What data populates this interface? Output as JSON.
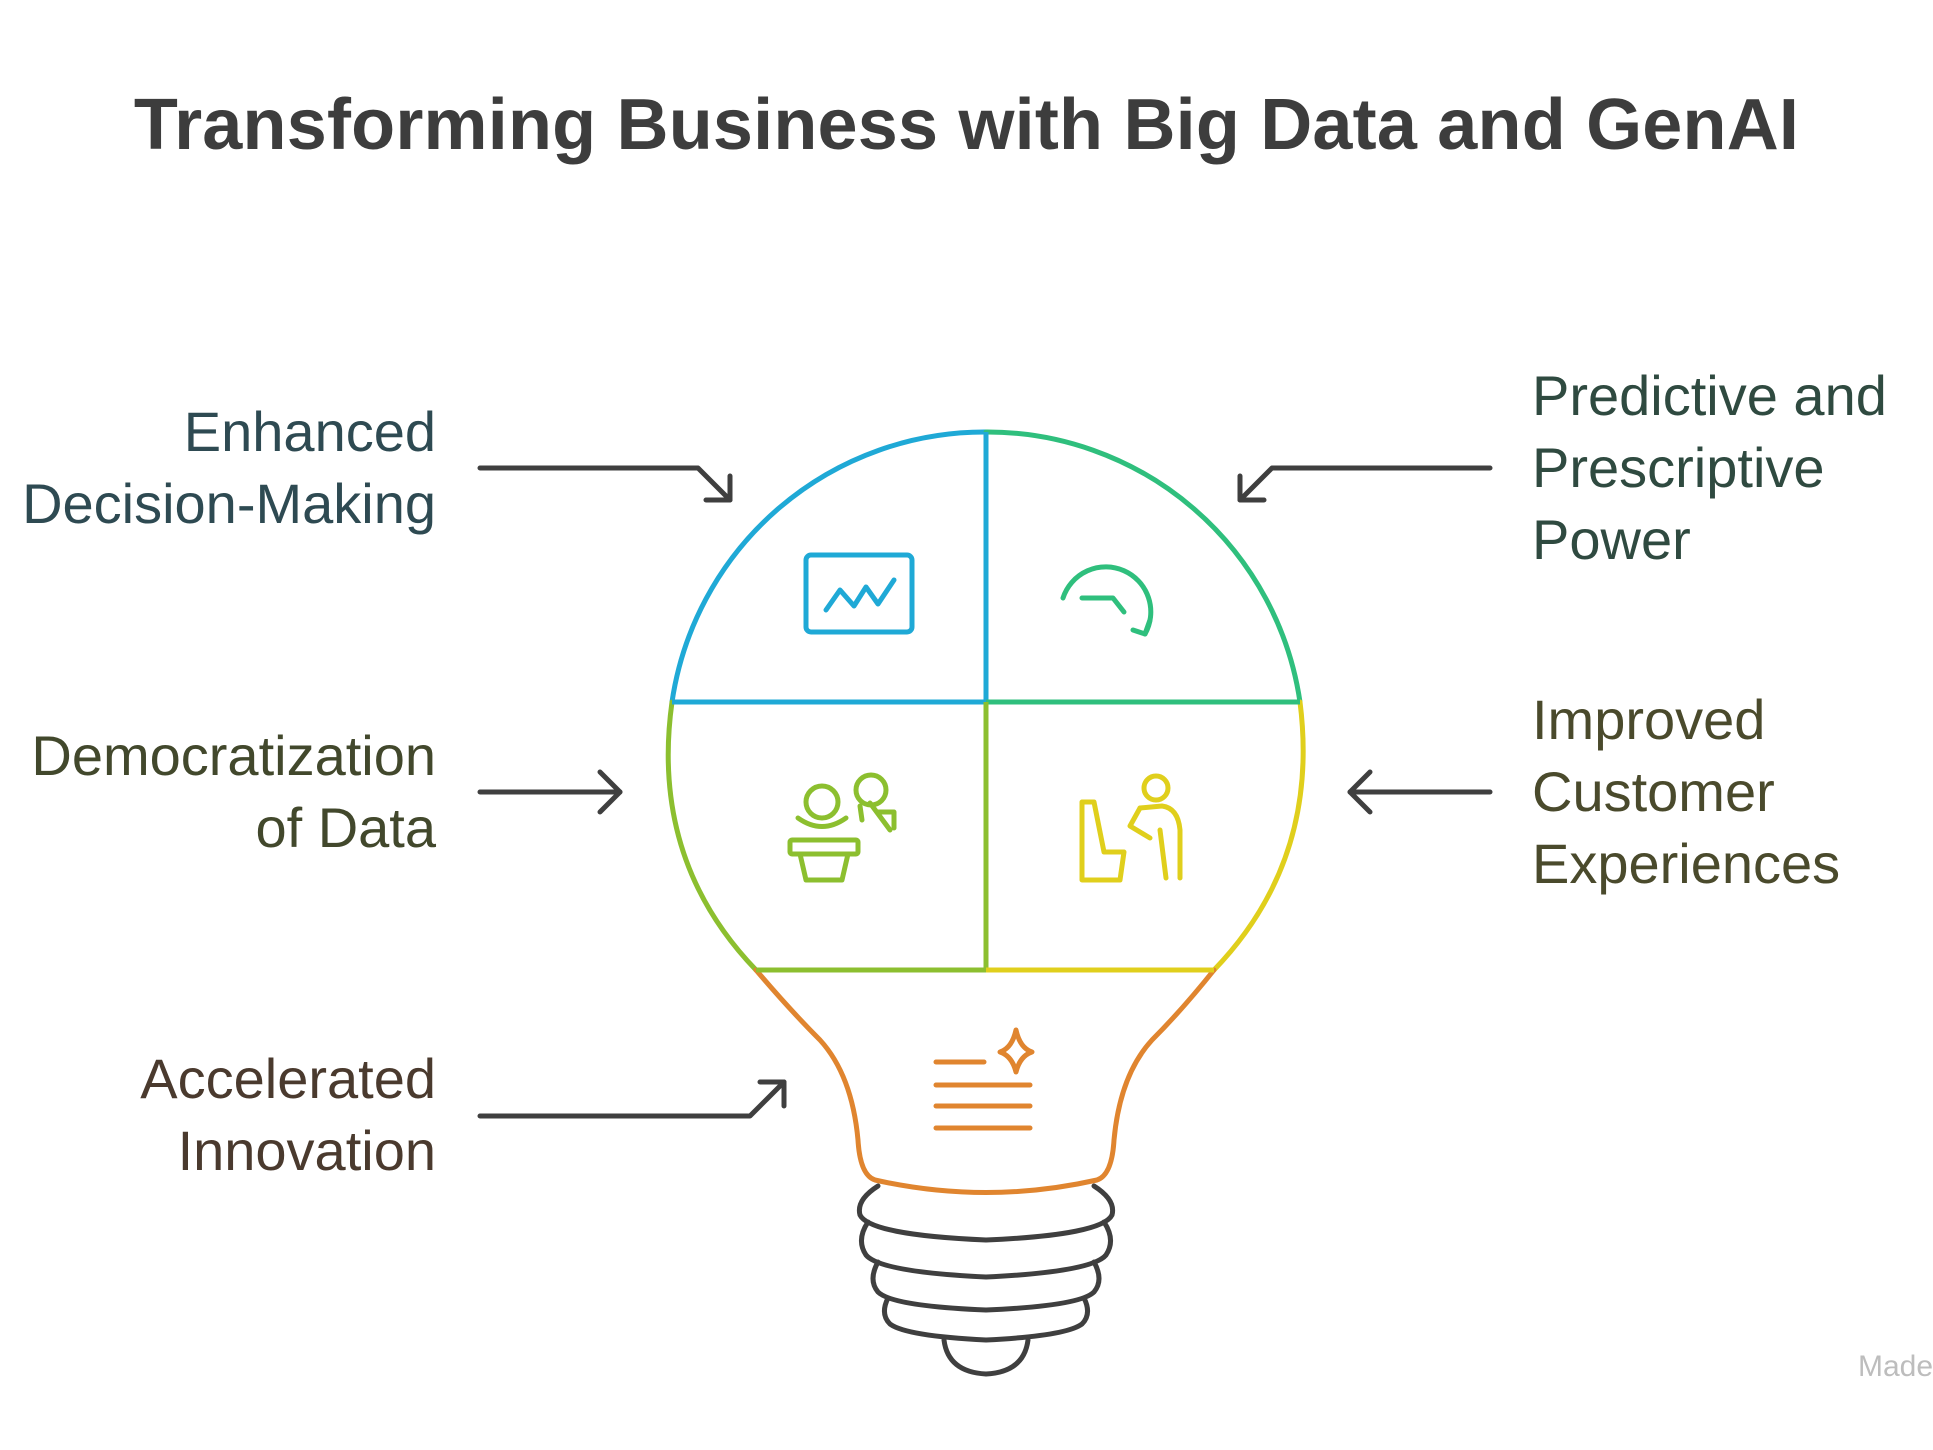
{
  "title": "Transforming Business with Big Data and GenAI",
  "items": [
    {
      "lines": [
        "Enhanced",
        "Decision-Making"
      ],
      "color": "#2e4a52",
      "accent": "#1fa9d6",
      "icon": "chart-monitor-icon"
    },
    {
      "lines": [
        "Predictive and",
        "Prescriptive",
        "Power"
      ],
      "color": "#2f4a40",
      "accent": "#2fbf7d",
      "icon": "rotate-arrow-icon"
    },
    {
      "lines": [
        "Democratization",
        "of Data"
      ],
      "color": "#42482c",
      "accent": "#8cbf2f",
      "icon": "presenter-icon"
    },
    {
      "lines": [
        "Improved",
        "Customer",
        "Experiences"
      ],
      "color": "#4a4a2c",
      "accent": "#e0cf1c",
      "icon": "person-seat-icon"
    },
    {
      "lines": [
        "Accelerated",
        "Innovation"
      ],
      "color": "#4a3a2e",
      "accent": "#e0852f",
      "icon": "sparkle-notes-icon"
    }
  ],
  "arrow_color": "#3f3f3f",
  "base_color": "#3f3f3f",
  "watermark": "Made"
}
